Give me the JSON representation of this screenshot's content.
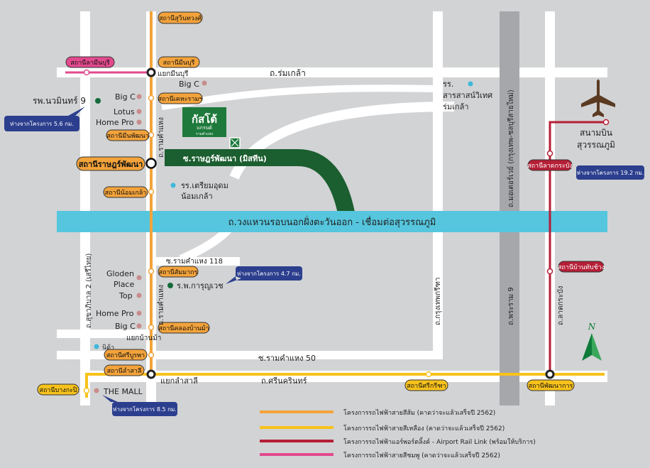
{
  "colors": {
    "background": "#d2d3d5",
    "road": "#ffffff",
    "orange_line": "#f3a33b",
    "yellow_line": "#f7c21c",
    "red_line": "#b51f36",
    "pink_line": "#e2498e",
    "ring_road": "#55c6de",
    "highway": "#a6a7aa",
    "soi_green": "#1b5e2f",
    "brand_green": "#1e7a3c",
    "callout_blue": "#2c3f8e",
    "hospital_green": "#146b3a",
    "school_cyan": "#3eb8da",
    "shop_pink": "#c88c8c"
  },
  "roads": {
    "rom_klao": "ถ.ร่มเกล้า",
    "ramkhamhaeng_upper": "ถ.รามคำแหง",
    "ramkhamhaeng_lower": "ถ.รามคำแหง",
    "ring_road": "ถ.วงแหวนรอบนอกฝั่งตะวันออก - เชื่อมต่อสุวรรณภูมิ",
    "soi_118": "ซ.รามคำแหง 118",
    "soi_50": "ซ.รามคำแหง 50",
    "sukhaphiban2": "ถ.สุขาภิบาล 2 (เสรีไทย)",
    "krungthep_kreetha": "ถ.กรุงเทพกรีฑา",
    "motorway_upper": "ถ.มอเตอร์เวย์ (กรุงเทพ-ชลบุรีสายใหม่)",
    "motorway_lower": "ถ.พระราม 9",
    "lat_krabang": "ถ.ลาดกระบัง",
    "srinakarin": "ถ.ศรีนครินทร์",
    "soi_target": "ซ.ราษฎร์พัฒนา (มิสทีน)"
  },
  "stations": {
    "sukhumvit": "สถานีสุวินทวงศ์",
    "minburi": "สถานีมีนบุรี",
    "lam_min_buri": "สถานีลามีนบุรี",
    "kheharam": "สถานีเคหะรามฯ",
    "min_phatthana": "สถานีมีนพัฒนา",
    "rat_phatthana": "สถานีราษฎร์พัฒนา",
    "nom_klao": "สถานีน้อมเกล้า",
    "sammakorn": "สถานีสัมมากร",
    "khlong_ban_ma": "สถานีคลองบ้านม้า",
    "sriburapha": "สถานีศรีบูรพา",
    "lam_sali": "สถานีลำสาลี",
    "bang_kapi": "สถานีบางกะปิ",
    "srikritha": "สถานีศรีกรีฑา",
    "phatthanakarn": "สถานีพัฒนาการ",
    "lat_krabang": "สถานีลาดกระบัง",
    "ban_thap_chang": "สถานีบ้านทับช้าง"
  },
  "junctions": {
    "minburi": "แยกมีนบุรี",
    "ban_ma": "แยกบ้านม้า",
    "lam_sali": "แยกลำสาลี"
  },
  "places": {
    "hospital_nawamin": "รพ.นวมินทร์ 9",
    "bigc_top": "Big C",
    "bigc_romklao": "Big C",
    "lotus": "Lotus",
    "homepro_top": "Home Pro",
    "school_sarasas_1": "รร.",
    "school_sarasas_2": "สารสาสน์วิเทศ",
    "school_sarasas_3": "ร่มเกล้า",
    "school_triam_1": "รร.เตรียมอุดม",
    "school_triam_2": "น้อมเกล้า",
    "gloden_1": "Gloden",
    "gloden_2": "Place",
    "tops": "Top",
    "homepro_bottom": "Home Pro",
    "bigc_bottom": "Big C",
    "hospital_karunvej": "ร.พ.การุญเวช",
    "nida": "นิด้า",
    "the_mall": "THE MALL",
    "airport_1": "สนามบิน",
    "airport_2": "สุวรรณภูมิ"
  },
  "callouts": {
    "nawamin": "ห่างจากโครงการ 5.6 กม.",
    "karunvej": "ห่างจากโครงการ 4.7 กม.",
    "the_mall": "ห่างจากโครงการ 8.5 กม.",
    "airport": "ห่างจากโครงการ 19.2 กม."
  },
  "brand": {
    "name": "กัสโต้",
    "line2": "แกรนด์",
    "line3": "รามคำแหง"
  },
  "north": "N",
  "legend": [
    {
      "color": "#f3a33b",
      "label": "โครงการรถไฟฟ้าสายสีส้ม (คาดว่าจะแล้วเสร็จปี 2562)"
    },
    {
      "color": "#f7c21c",
      "label": "โครงการรถไฟฟ้าสายสีเหลือง (คาดว่าจะแล้วเสร็จปี 2562)"
    },
    {
      "color": "#b51f36",
      "label": "โครงการรถไฟฟ้าแอร์พอร์ตลิ้งค์ - Airport Rail Link (พร้อมให้บริการ)"
    },
    {
      "color": "#e2498e",
      "label": "โครงการรถไฟฟ้าสายสีชมพู (คาดว่าจะแล้วเสร็จปี 2562)"
    }
  ]
}
